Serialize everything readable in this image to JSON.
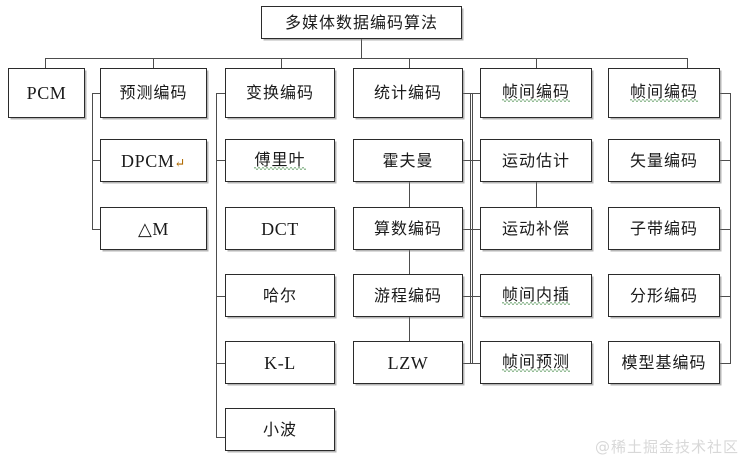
{
  "diagram": {
    "type": "tree",
    "title": "多媒体数据编码算法",
    "root": {
      "label": "多媒体数据编码算法"
    },
    "watermark": "@稀土掘金技术社区",
    "colors": {
      "box_border": "#2b2b2b",
      "box_fill": "#ffffff",
      "connector": "#4d4d4d",
      "text": "#1a1a1a",
      "spellcheck_underline": "#2e7d32",
      "pilcrow": "#b06a00",
      "watermark": "#d8d8d8"
    },
    "columns": [
      {
        "id": "col-pcm",
        "head": {
          "label": "PCM",
          "script": "latin"
        },
        "children": []
      },
      {
        "id": "col-predictive",
        "head": {
          "label": "预测编码",
          "script": "cjk"
        },
        "children": [
          {
            "label": "DPCM",
            "script": "latin",
            "trailing_mark": "↵"
          },
          {
            "label": "△M",
            "script": "latin"
          }
        ]
      },
      {
        "id": "col-transform",
        "head": {
          "label": "变换编码",
          "script": "cjk"
        },
        "children": [
          {
            "label": "傅里叶",
            "script": "cjk",
            "underline": "squiggly"
          },
          {
            "label": "DCT",
            "script": "latin"
          },
          {
            "label": "哈尔",
            "script": "cjk"
          },
          {
            "label": "K-L",
            "script": "latin"
          },
          {
            "label": "小波",
            "script": "cjk"
          }
        ]
      },
      {
        "id": "col-statistical",
        "head": {
          "label": "统计编码",
          "script": "cjk"
        },
        "children": [
          {
            "label": "霍夫曼",
            "script": "cjk"
          },
          {
            "label": "算数编码",
            "script": "cjk"
          },
          {
            "label": "游程编码",
            "script": "cjk"
          },
          {
            "label": "LZW",
            "script": "latin"
          }
        ]
      },
      {
        "id": "col-intraframe",
        "head": {
          "label": "帧间编码",
          "script": "cjk",
          "underline": "squiggly"
        },
        "children": [
          {
            "label": "运动估计",
            "script": "cjk"
          },
          {
            "label": "运动补偿",
            "script": "cjk"
          },
          {
            "label": "帧间内插",
            "script": "cjk",
            "underline": "squiggly"
          },
          {
            "label": "帧间预测",
            "script": "cjk",
            "underline": "squiggly"
          }
        ]
      },
      {
        "id": "col-interframe",
        "head": {
          "label": "帧间编码",
          "script": "cjk",
          "underline": "squiggly"
        },
        "children": [
          {
            "label": "矢量编码",
            "script": "cjk"
          },
          {
            "label": "子带编码",
            "script": "cjk"
          },
          {
            "label": "分形编码",
            "script": "cjk"
          },
          {
            "label": "模型基编码",
            "script": "cjk"
          }
        ]
      }
    ]
  }
}
